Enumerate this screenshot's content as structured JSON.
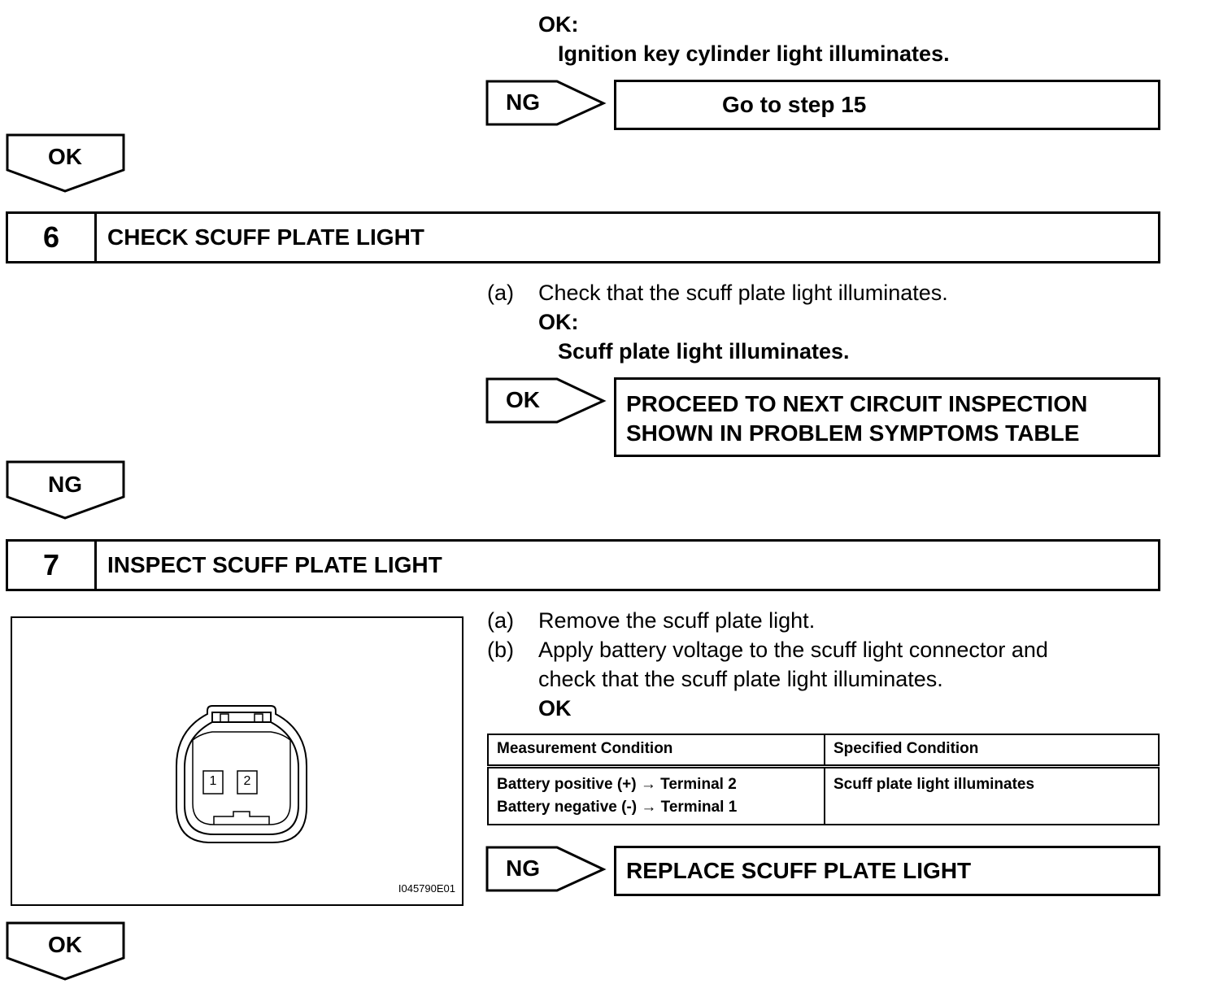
{
  "step5": {
    "ok_heading": "OK:",
    "ok_text": "Ignition key cylinder light illuminates.",
    "ng_tag": "NG",
    "ng_result": "Go to step 15",
    "down_tag": "OK"
  },
  "step6": {
    "number": "6",
    "title": "CHECK SCUFF PLATE LIGHT",
    "item_a_label": "(a)",
    "item_a_text": "Check that the scuff plate light illuminates.",
    "ok_heading": "OK:",
    "ok_text": "Scuff plate light illuminates.",
    "ok_tag": "OK",
    "ok_result_line1": "PROCEED TO NEXT CIRCUIT INSPECTION",
    "ok_result_line2": "SHOWN IN PROBLEM SYMPTOMS TABLE",
    "down_tag": "NG"
  },
  "step7": {
    "number": "7",
    "title": "INSPECT SCUFF PLATE LIGHT",
    "item_a_label": "(a)",
    "item_a_text": "Remove the scuff plate light.",
    "item_b_label": "(b)",
    "item_b_line1": "Apply battery voltage to the scuff light connector and",
    "item_b_line2": "check that the scuff plate light illuminates.",
    "ok_heading": "OK",
    "table": {
      "headers": [
        "Measurement Condition",
        "Specified Condition"
      ],
      "row": {
        "measurement_line1": "Battery positive (+) → Terminal 2",
        "measurement_line2": "Battery negative (-) → Terminal 1",
        "specified": "Scuff plate light illuminates"
      }
    },
    "figure": {
      "terminal_1": "1",
      "terminal_2": "2",
      "code": "I045790E01"
    },
    "ng_tag": "NG",
    "ng_result": "REPLACE SCUFF PLATE LIGHT",
    "down_tag": "OK"
  }
}
